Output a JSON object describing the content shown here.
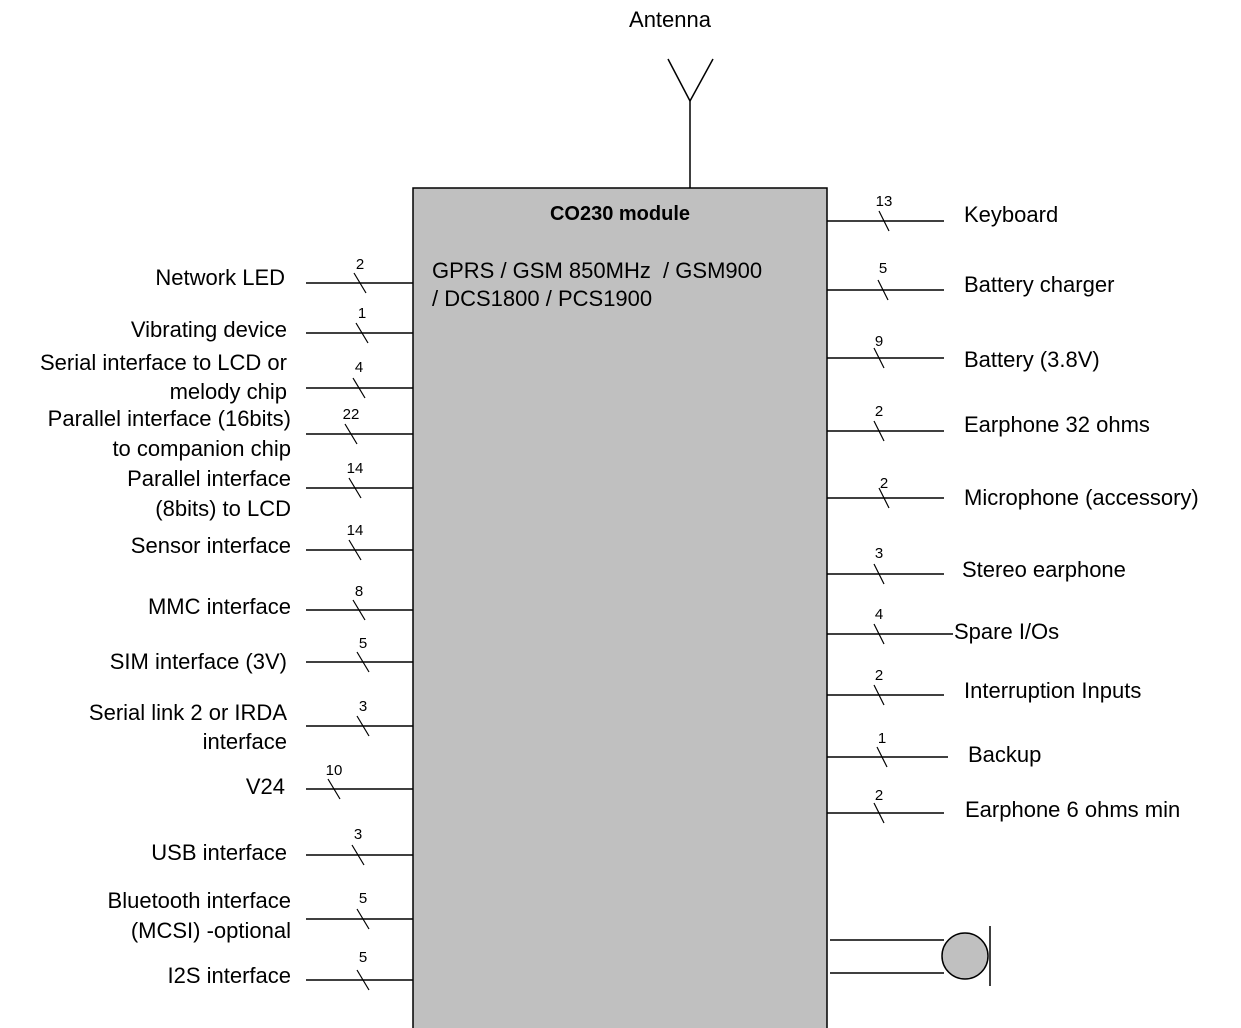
{
  "antenna": {
    "label": "Antenna"
  },
  "module": {
    "title": "CO230 module",
    "bands_line1": "GPRS / GSM 850MHz  / GSM900",
    "bands_line2": "/ DCS1800 / PCS1900",
    "fill_color": "#c0c0c0"
  },
  "left_signals": [
    {
      "lines": [
        "Network LED"
      ],
      "count": "2"
    },
    {
      "lines": [
        "Vibrating device"
      ],
      "count": "1"
    },
    {
      "lines": [
        "Serial interface to LCD or",
        "melody chip"
      ],
      "count": "4"
    },
    {
      "lines": [
        "Parallel interface (16bits)",
        "to companion chip"
      ],
      "count": "22"
    },
    {
      "lines": [
        "Parallel interface",
        "(8bits) to LCD"
      ],
      "count": "14"
    },
    {
      "lines": [
        "Sensor interface"
      ],
      "count": "14"
    },
    {
      "lines": [
        "MMC interface"
      ],
      "count": "8"
    },
    {
      "lines": [
        "SIM interface (3V)"
      ],
      "count": "5"
    },
    {
      "lines": [
        "Serial link 2 or IRDA",
        "interface"
      ],
      "count": "3"
    },
    {
      "lines": [
        "V24"
      ],
      "count": "10"
    },
    {
      "lines": [
        "USB interface"
      ],
      "count": "3"
    },
    {
      "lines": [
        "Bluetooth interface",
        "(MCSI) -optional"
      ],
      "count": "5"
    },
    {
      "lines": [
        "I2S interface"
      ],
      "count": "5"
    }
  ],
  "right_signals": [
    {
      "label": "Keyboard",
      "count": "13"
    },
    {
      "label": "Battery charger",
      "count": "5"
    },
    {
      "label": "Battery (3.8V)",
      "count": "9"
    },
    {
      "label": "Earphone 32 ohms",
      "count": "2"
    },
    {
      "label": "Microphone (accessory)",
      "count": "2"
    },
    {
      "label": "Stereo earphone",
      "count": "3"
    },
    {
      "label": "Spare I/Os",
      "count": "4"
    },
    {
      "label": "Interruption Inputs",
      "count": "2"
    },
    {
      "label": "Backup",
      "count": "1"
    },
    {
      "label": "Earphone 6 ohms min",
      "count": "2"
    }
  ],
  "speaker": {
    "icon": "speaker-icon",
    "fill_color": "#c0c0c0"
  }
}
